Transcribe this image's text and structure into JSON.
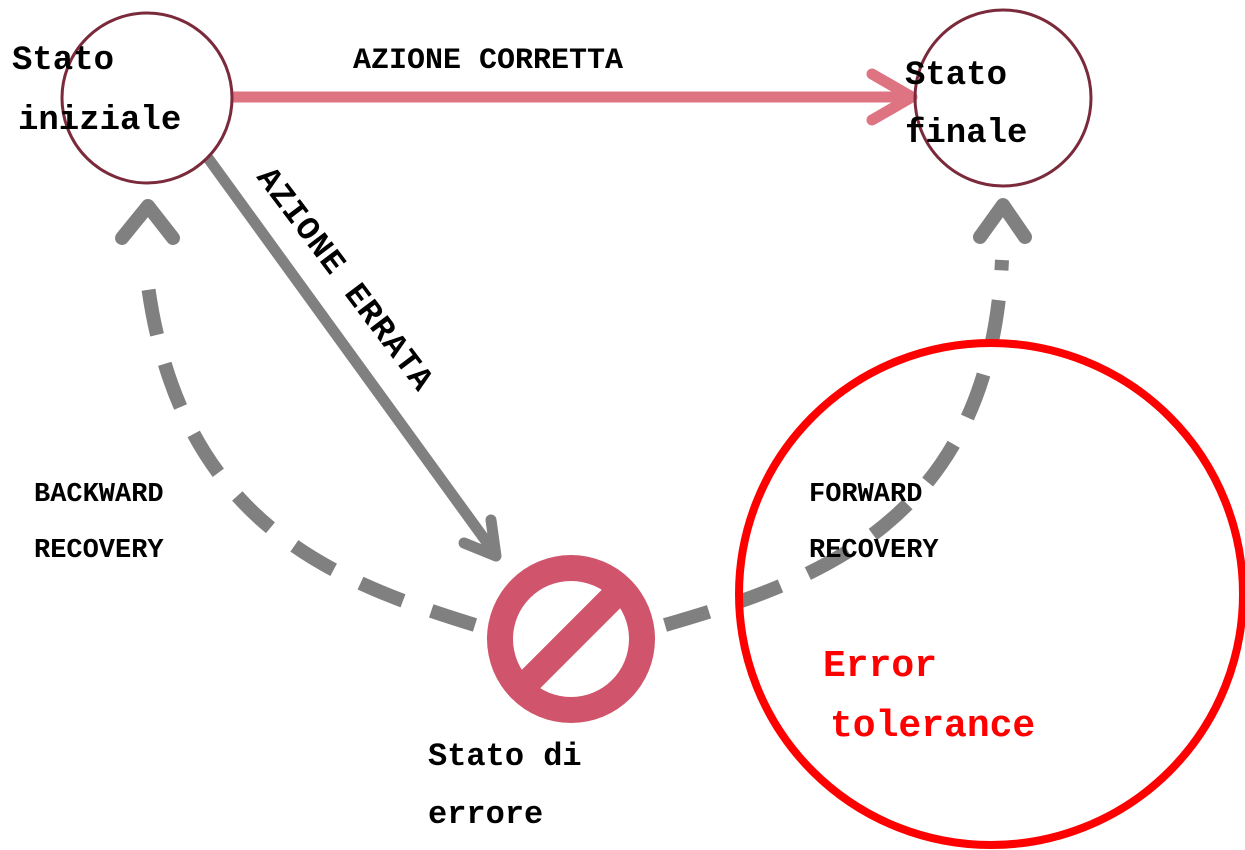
{
  "states": {
    "initial_line1": "Stato",
    "initial_line2": "iniziale",
    "final_line1": "Stato",
    "final_line2": "finale",
    "error_line1": "Stato di",
    "error_line2": "errore"
  },
  "edges": {
    "correct_action": "AZIONE CORRETTA",
    "wrong_action": "AZIONE ERRATA",
    "backward_line1": "BACKWARD",
    "backward_line2": "RECOVERY",
    "forward_line1": "FORWARD",
    "forward_line2": "RECOVERY"
  },
  "highlight": {
    "line1": "Error",
    "line2": "tolerance"
  },
  "colors": {
    "state_circle": "#7a2a3a",
    "correct_arrow": "#de7382",
    "wrong_arrow": "#808080",
    "recovery_dash": "#808080",
    "error_symbol": "#d0546b",
    "tolerance_circle": "#ff0000",
    "tolerance_text": "#ff0000"
  }
}
